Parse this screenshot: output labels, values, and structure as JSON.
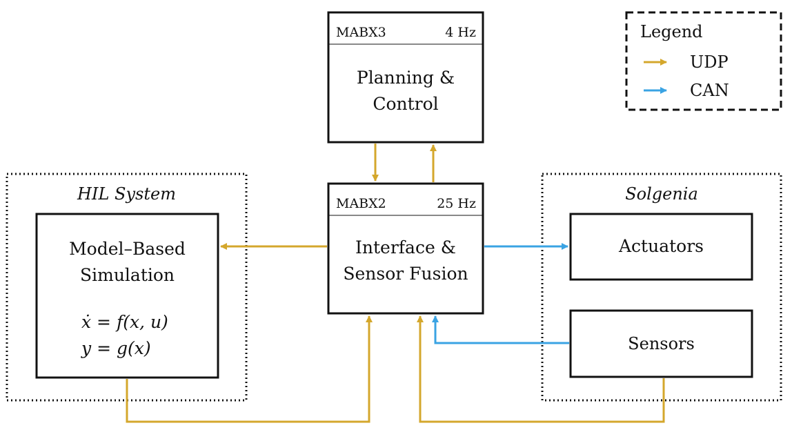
{
  "legend": {
    "title": "Legend",
    "items": [
      {
        "label": "UDP",
        "color": "#D4A72C"
      },
      {
        "label": "CAN",
        "color": "#3AA3E3"
      }
    ]
  },
  "mabx3": {
    "name": "MABX3",
    "rate": "4 Hz",
    "line1": "Planning &",
    "line2": "Control"
  },
  "mabx2": {
    "name": "MABX2",
    "rate": "25 Hz",
    "line1": "Interface &",
    "line2": "Sensor Fusion"
  },
  "hil": {
    "group": "HIL System",
    "line1": "Model–Based",
    "line2": "Simulation",
    "eq1": "ẋ = f(x, u)",
    "eq2": "y = g(x)"
  },
  "solgenia": {
    "group": "Solgenia",
    "actuators": "Actuators",
    "sensors": "Sensors"
  },
  "colors": {
    "udp": "#D4A72C",
    "can": "#3AA3E3",
    "border": "#111111"
  }
}
